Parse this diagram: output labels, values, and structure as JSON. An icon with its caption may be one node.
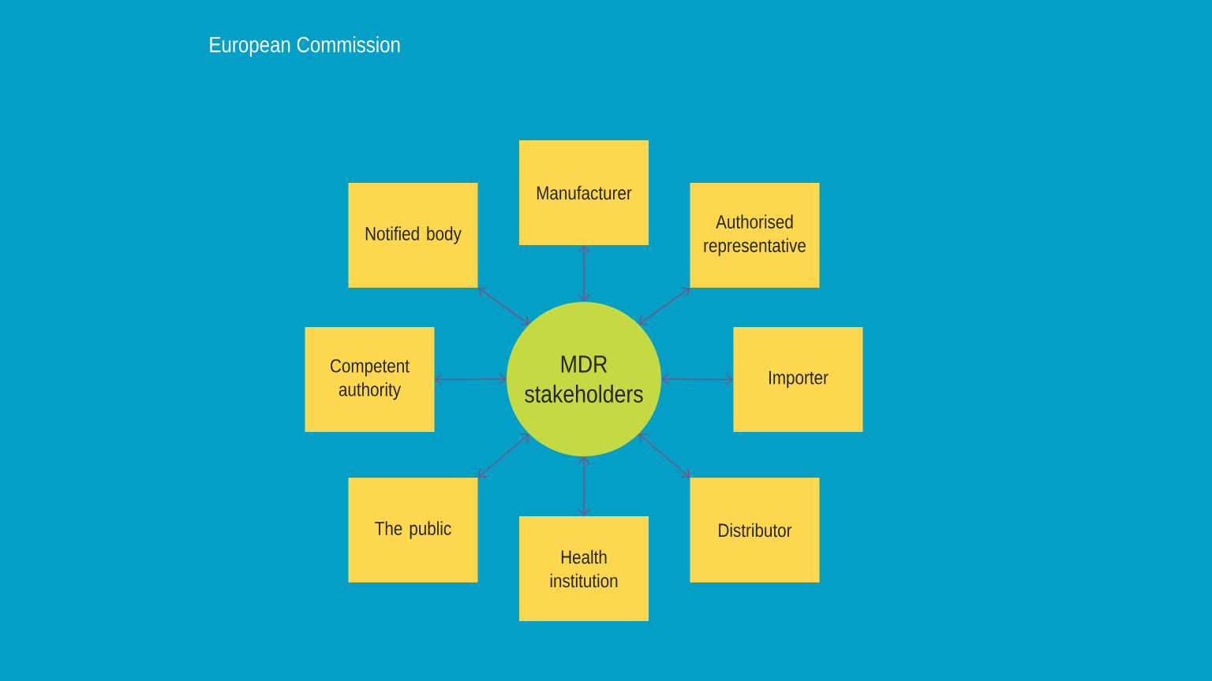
{
  "diagram": {
    "title": "European Commission",
    "nodes": [
      {
        "text": [
          "Manufacturer"
        ]
      },
      {
        "text": [
          "Notified body"
        ]
      },
      {
        "text": [
          "Authorised representative"
        ]
      },
      {
        "text": [
          "Competent authority"
        ]
      },
      {
        "text": [
          "MDR stakeholders"
        ]
      },
      {
        "text": [
          "Importer"
        ]
      },
      {
        "text": [
          "The public"
        ]
      },
      {
        "text": [
          "Health institution"
        ]
      },
      {
        "text": [
          "Distributor"
        ]
      }
    ],
    "edges": [
      {
        "from": 4,
        "to": 0,
        "arrow": "both"
      },
      {
        "from": 4,
        "to": 1,
        "arrow": "both"
      },
      {
        "from": 4,
        "to": 2,
        "arrow": "both"
      },
      {
        "from": 4,
        "to": 3,
        "arrow": "both"
      },
      {
        "from": 4,
        "to": 5,
        "arrow": "both"
      },
      {
        "from": 4,
        "to": 6,
        "arrow": "both"
      },
      {
        "from": 4,
        "to": 7,
        "arrow": "both"
      },
      {
        "from": 4,
        "to": 8,
        "arrow": "both"
      }
    ]
  }
}
